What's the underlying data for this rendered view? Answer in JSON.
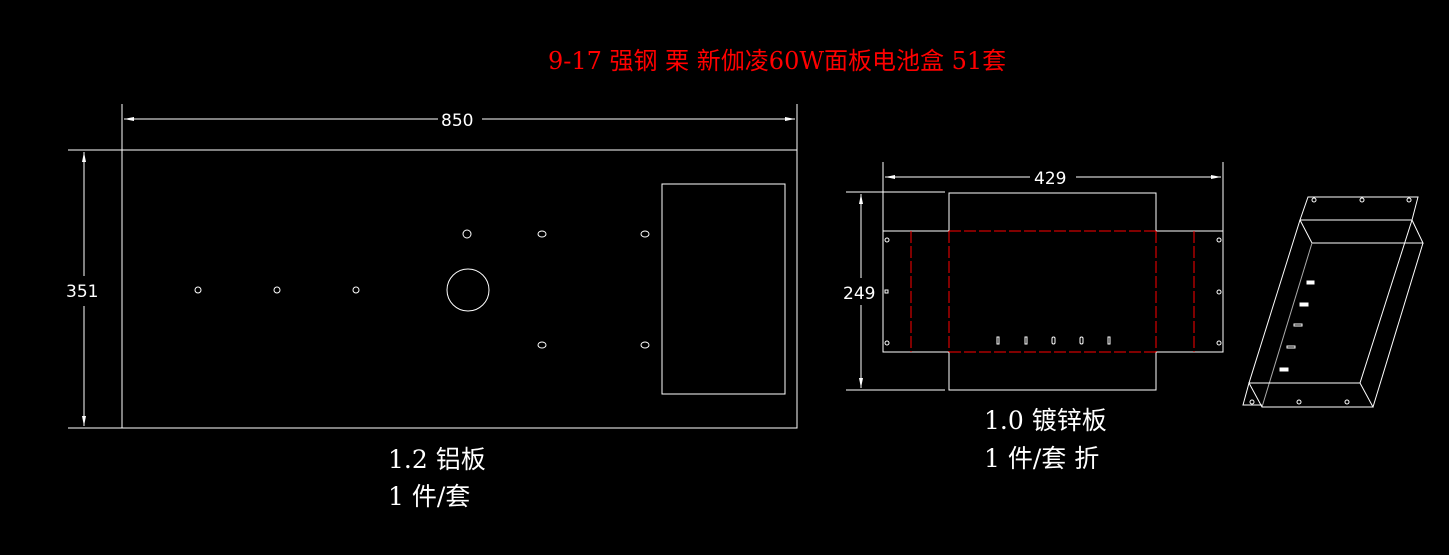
{
  "title": "9-17  强钢  栗 新伽凌60W面板电池盒 51套",
  "panel_left": {
    "width_dim": "850",
    "height_dim": "351",
    "material": "1.2  铝板",
    "quantity": "1 件/套"
  },
  "panel_middle": {
    "width_dim": "429",
    "height_dim": "249",
    "material": "1.0  镀锌板",
    "quantity": "1 件/套 折"
  },
  "colors": {
    "background": "#000000",
    "lines": "#ffffff",
    "fold_lines": "#ff0000",
    "title": "#ff0000"
  }
}
